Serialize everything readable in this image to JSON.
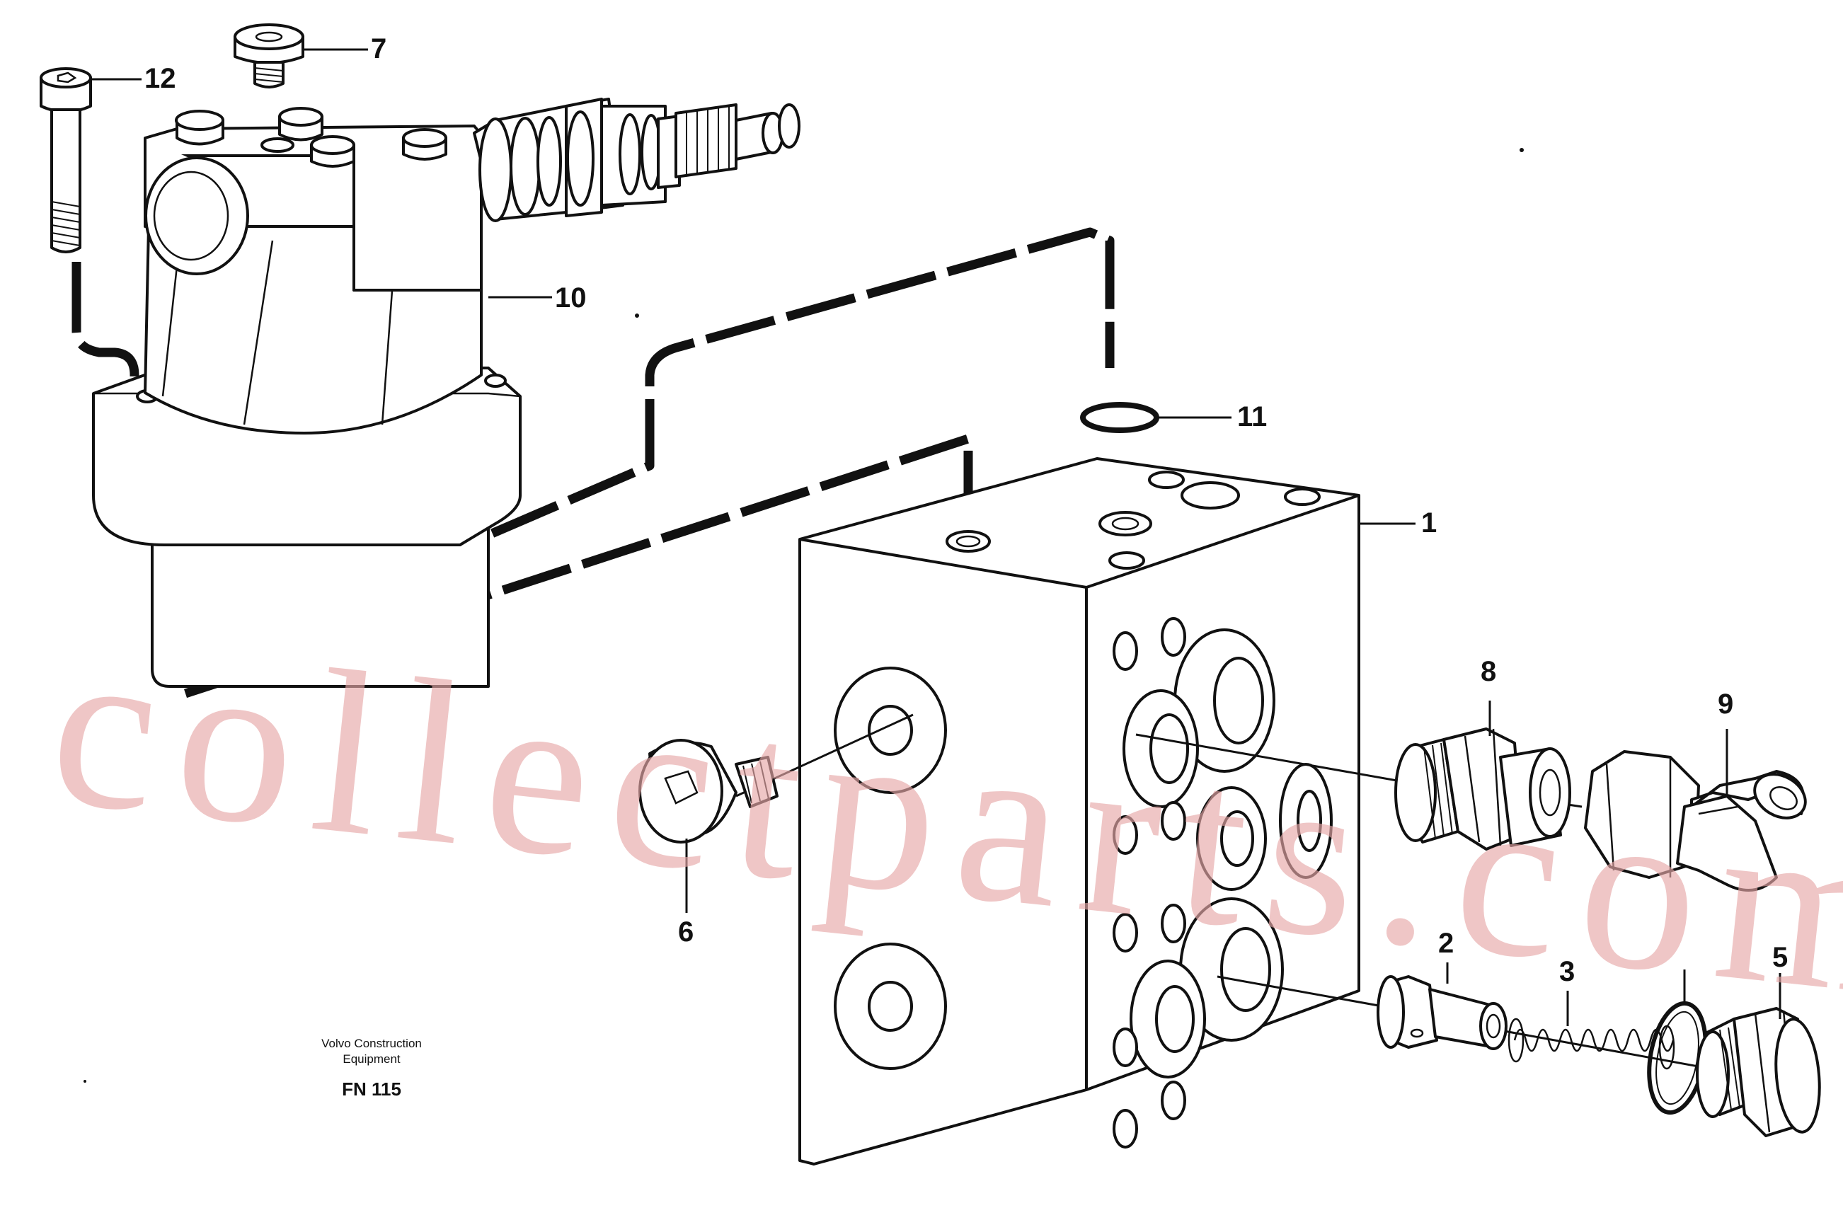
{
  "diagram": {
    "callouts": {
      "c1": "1",
      "c2": "2",
      "c3": "3",
      "c5": "5",
      "c6": "6",
      "c7": "7",
      "c8": "8",
      "c9": "9",
      "c10": "10",
      "c11": "11",
      "c12": "12"
    },
    "watermark": "collectparts.com",
    "credit_line1": "Volvo Construction",
    "credit_line2": "Equipment",
    "figure_number": "FN 115"
  }
}
